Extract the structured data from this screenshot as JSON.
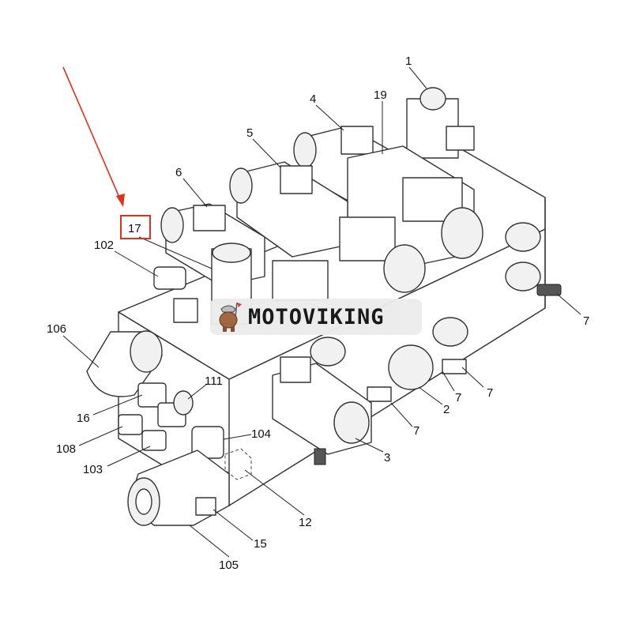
{
  "diagram": {
    "title": "Hydraulic valve block assembly",
    "callouts": [
      "1",
      "4",
      "19",
      "5",
      "6",
      "17",
      "102",
      "106",
      "111",
      "16",
      "108",
      "103",
      "104",
      "12",
      "15",
      "105",
      "3",
      "7",
      "2",
      "7",
      "7",
      "7"
    ],
    "highlighted_callout": "17",
    "highlight_color": "#e0301e"
  },
  "watermark": {
    "brand": "MOTOVIKING"
  }
}
